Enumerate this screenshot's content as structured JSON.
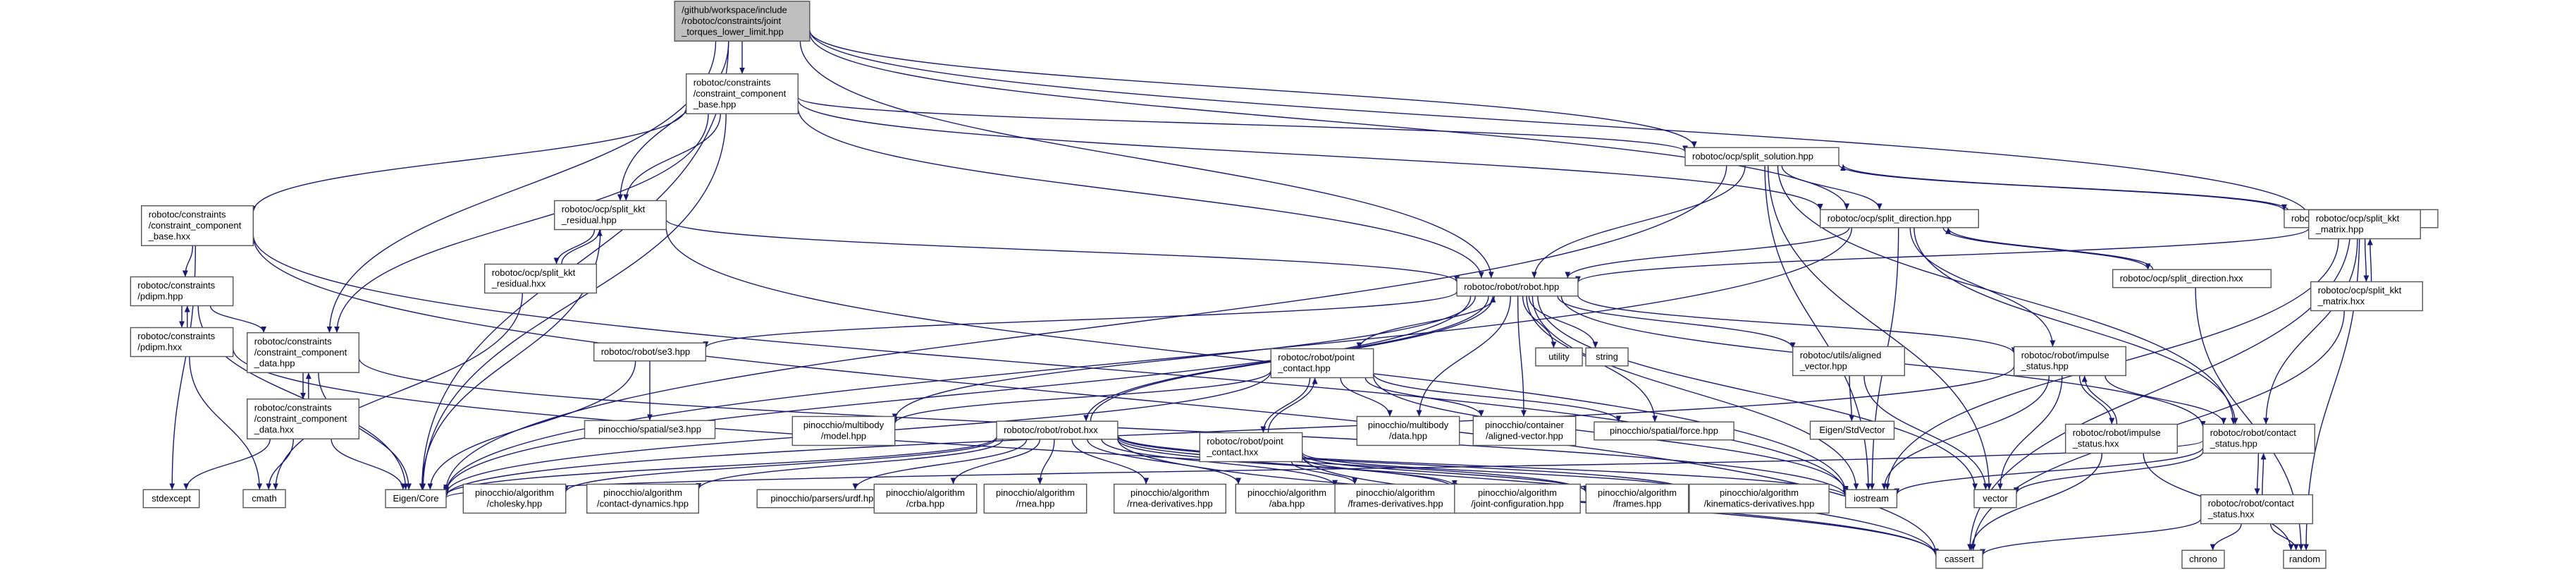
{
  "diagram": {
    "title": "",
    "colors": {
      "edge": "#191970",
      "root_fill": "#bfbfbf",
      "node_fill": "#ffffff",
      "external_text": "#000000",
      "border": "#555555"
    },
    "nodes": [
      {
        "id": "root",
        "lines": [
          "/github/workspace/include",
          "/robotoc/constraints/joint",
          "_torques_lower_limit.hpp"
        ],
        "root": true
      },
      {
        "id": "ccb_hpp",
        "lines": [
          "robotoc/constraints",
          "/constraint_component",
          "_base.hpp"
        ]
      },
      {
        "id": "ccb_hxx",
        "lines": [
          "robotoc/constraints",
          "/constraint_component",
          "_base.hxx"
        ]
      },
      {
        "id": "pdipm_hpp",
        "lines": [
          "robotoc/constraints",
          "/pdipm.hpp"
        ]
      },
      {
        "id": "pdipm_hxx",
        "lines": [
          "robotoc/constraints",
          "/pdipm.hxx"
        ]
      },
      {
        "id": "ccd_hpp",
        "lines": [
          "robotoc/constraints",
          "/constraint_component",
          "_data.hpp"
        ]
      },
      {
        "id": "ccd_hxx",
        "lines": [
          "robotoc/constraints",
          "/constraint_component",
          "_data.hxx"
        ]
      },
      {
        "id": "skr_hpp",
        "lines": [
          "robotoc/ocp/split_kkt",
          "_residual.hpp"
        ]
      },
      {
        "id": "skr_hxx",
        "lines": [
          "robotoc/ocp/split_kkt",
          "_residual.hxx"
        ]
      },
      {
        "id": "ssol_hpp",
        "lines": [
          "robotoc/ocp/split_solution.hpp"
        ]
      },
      {
        "id": "ssol_hxx",
        "lines": [
          "robotoc/ocp/split_solution.hxx"
        ]
      },
      {
        "id": "sdir_hpp",
        "lines": [
          "robotoc/ocp/split_direction.hpp"
        ]
      },
      {
        "id": "sdir_hxx",
        "lines": [
          "robotoc/ocp/split_direction.hxx"
        ]
      },
      {
        "id": "skm_hpp",
        "lines": [
          "robotoc/ocp/split_kkt",
          "_matrix.hpp"
        ]
      },
      {
        "id": "skm_hxx",
        "lines": [
          "robotoc/ocp/split_kkt",
          "_matrix.hxx"
        ]
      },
      {
        "id": "robot_hpp",
        "lines": [
          "robotoc/robot/robot.hpp"
        ]
      },
      {
        "id": "robot_hxx",
        "lines": [
          "robotoc/robot/robot.hxx"
        ]
      },
      {
        "id": "se3_hpp",
        "lines": [
          "robotoc/robot/se3.hpp"
        ]
      },
      {
        "id": "pc_hpp",
        "lines": [
          "robotoc/robot/point",
          "_contact.hpp"
        ]
      },
      {
        "id": "pc_hxx",
        "lines": [
          "robotoc/robot/point",
          "_contact.hxx"
        ]
      },
      {
        "id": "av_hpp",
        "lines": [
          "robotoc/utils/aligned",
          "_vector.hpp"
        ]
      },
      {
        "id": "is_hpp",
        "lines": [
          "robotoc/robot/impulse",
          "_status.hpp"
        ]
      },
      {
        "id": "is_hxx",
        "lines": [
          "robotoc/robot/impulse",
          "_status.hxx"
        ]
      },
      {
        "id": "cs_hpp",
        "lines": [
          "robotoc/robot/contact",
          "_status.hpp"
        ]
      },
      {
        "id": "cs_hxx",
        "lines": [
          "robotoc/robot/contact",
          "_status.hxx"
        ]
      },
      {
        "id": "utility",
        "lines": [
          "utility"
        ],
        "external": true
      },
      {
        "id": "string",
        "lines": [
          "string"
        ],
        "external": true
      },
      {
        "id": "pin_se3",
        "lines": [
          "pinocchio/spatial/se3.hpp"
        ],
        "external": true
      },
      {
        "id": "pin_model",
        "lines": [
          "pinocchio/multibody",
          "/model.hpp"
        ],
        "external": true
      },
      {
        "id": "pin_data",
        "lines": [
          "pinocchio/multibody",
          "/data.hpp"
        ],
        "external": true
      },
      {
        "id": "pin_avec",
        "lines": [
          "pinocchio/container",
          "/aligned-vector.hpp"
        ],
        "external": true
      },
      {
        "id": "pin_force",
        "lines": [
          "pinocchio/spatial/force.hpp"
        ],
        "external": true
      },
      {
        "id": "eigen_stdvec",
        "lines": [
          "Eigen/StdVector"
        ],
        "external": true
      },
      {
        "id": "stdexcept",
        "lines": [
          "stdexcept"
        ],
        "external": true
      },
      {
        "id": "cmath",
        "lines": [
          "cmath"
        ],
        "external": true
      },
      {
        "id": "eigen_core",
        "lines": [
          "Eigen/Core"
        ],
        "external": true
      },
      {
        "id": "pin_chol",
        "lines": [
          "pinocchio/algorithm",
          "/cholesky.hpp"
        ],
        "external": true
      },
      {
        "id": "pin_cdyn",
        "lines": [
          "pinocchio/algorithm",
          "/contact-dynamics.hpp"
        ],
        "external": true
      },
      {
        "id": "pin_urdf",
        "lines": [
          "pinocchio/parsers/urdf.hpp"
        ],
        "external": true
      },
      {
        "id": "pin_crba",
        "lines": [
          "pinocchio/algorithm",
          "/crba.hpp"
        ],
        "external": true
      },
      {
        "id": "pin_rnea",
        "lines": [
          "pinocchio/algorithm",
          "/rnea.hpp"
        ],
        "external": true
      },
      {
        "id": "pin_rnead",
        "lines": [
          "pinocchio/algorithm",
          "/rnea-derivatives.hpp"
        ],
        "external": true
      },
      {
        "id": "pin_aba",
        "lines": [
          "pinocchio/algorithm",
          "/aba.hpp"
        ],
        "external": true
      },
      {
        "id": "pin_framesd",
        "lines": [
          "pinocchio/algorithm",
          "/frames-derivatives.hpp"
        ],
        "external": true
      },
      {
        "id": "pin_jconf",
        "lines": [
          "pinocchio/algorithm",
          "/joint-configuration.hpp"
        ],
        "external": true
      },
      {
        "id": "pin_frames",
        "lines": [
          "pinocchio/algorithm",
          "/frames.hpp"
        ],
        "external": true
      },
      {
        "id": "pin_kind",
        "lines": [
          "pinocchio/algorithm",
          "/kinematics-derivatives.hpp"
        ],
        "external": true
      },
      {
        "id": "iostream",
        "lines": [
          "iostream"
        ],
        "external": true
      },
      {
        "id": "vector",
        "lines": [
          "vector"
        ],
        "external": true
      },
      {
        "id": "cassert",
        "lines": [
          "cassert"
        ],
        "external": true
      },
      {
        "id": "chrono",
        "lines": [
          "chrono"
        ],
        "external": true
      },
      {
        "id": "random",
        "lines": [
          "random"
        ],
        "external": true
      }
    ],
    "edges": [
      [
        "root",
        "ccb_hpp"
      ],
      [
        "root",
        "ccd_hpp"
      ],
      [
        "root",
        "skr_hpp"
      ],
      [
        "root",
        "ssol_hpp"
      ],
      [
        "root",
        "sdir_hpp"
      ],
      [
        "root",
        "skm_hpp"
      ],
      [
        "root",
        "robot_hpp"
      ],
      [
        "root",
        "eigen_core"
      ],
      [
        "ccb_hpp",
        "ccb_hxx"
      ],
      [
        "ccb_hpp",
        "ccd_hpp"
      ],
      [
        "ccb_hpp",
        "skr_hpp"
      ],
      [
        "ccb_hpp",
        "ssol_hpp"
      ],
      [
        "ccb_hpp",
        "sdir_hpp"
      ],
      [
        "ccb_hpp",
        "robot_hpp"
      ],
      [
        "ccb_hpp",
        "eigen_core"
      ],
      [
        "ccb_hxx",
        "pdipm_hpp"
      ],
      [
        "ccb_hxx",
        "stdexcept"
      ],
      [
        "ccb_hxx",
        "cassert"
      ],
      [
        "ccb_hxx",
        "iostream"
      ],
      [
        "pdipm_hpp",
        "pdipm_hxx"
      ],
      [
        "pdipm_hpp",
        "ccd_hpp"
      ],
      [
        "pdipm_hpp",
        "eigen_core"
      ],
      [
        "pdipm_hxx",
        "pdipm_hpp"
      ],
      [
        "pdipm_hxx",
        "cmath"
      ],
      [
        "pdipm_hxx",
        "cassert"
      ],
      [
        "ccd_hpp",
        "ccd_hxx"
      ],
      [
        "ccd_hpp",
        "eigen_core"
      ],
      [
        "ccd_hpp",
        "iostream"
      ],
      [
        "ccd_hxx",
        "ccd_hpp"
      ],
      [
        "ccd_hxx",
        "stdexcept"
      ],
      [
        "ccd_hxx",
        "cmath"
      ],
      [
        "ccd_hxx",
        "eigen_core"
      ],
      [
        "skr_hpp",
        "skr_hxx"
      ],
      [
        "skr_hpp",
        "robot_hpp"
      ],
      [
        "skr_hpp",
        "eigen_core"
      ],
      [
        "skr_hpp",
        "iostream"
      ],
      [
        "skr_hxx",
        "skr_hpp"
      ],
      [
        "skr_hxx",
        "cmath"
      ],
      [
        "ssol_hpp",
        "ssol_hxx"
      ],
      [
        "ssol_hpp",
        "sdir_hpp"
      ],
      [
        "ssol_hpp",
        "robot_hpp"
      ],
      [
        "ssol_hpp",
        "cs_hpp"
      ],
      [
        "ssol_hpp",
        "eigen_core"
      ],
      [
        "ssol_hpp",
        "iostream"
      ],
      [
        "ssol_hpp",
        "vector"
      ],
      [
        "ssol_hxx",
        "ssol_hpp"
      ],
      [
        "ssol_hxx",
        "cassert"
      ],
      [
        "ssol_hxx",
        "random"
      ],
      [
        "sdir_hpp",
        "sdir_hxx"
      ],
      [
        "sdir_hpp",
        "robot_hpp"
      ],
      [
        "sdir_hpp",
        "is_hpp"
      ],
      [
        "sdir_hpp",
        "cs_hpp"
      ],
      [
        "sdir_hpp",
        "eigen_core"
      ],
      [
        "sdir_hpp",
        "iostream"
      ],
      [
        "sdir_hxx",
        "sdir_hpp"
      ],
      [
        "sdir_hxx",
        "random"
      ],
      [
        "skm_hpp",
        "skm_hxx"
      ],
      [
        "skm_hpp",
        "robot_hpp"
      ],
      [
        "skm_hpp",
        "cs_hpp"
      ],
      [
        "skm_hpp",
        "iostream"
      ],
      [
        "skm_hxx",
        "skm_hpp"
      ],
      [
        "skm_hxx",
        "cassert"
      ],
      [
        "robot_hpp",
        "robot_hxx"
      ],
      [
        "robot_hpp",
        "se3_hpp"
      ],
      [
        "robot_hpp",
        "pc_hpp"
      ],
      [
        "robot_hpp",
        "av_hpp"
      ],
      [
        "robot_hpp",
        "is_hpp"
      ],
      [
        "robot_hpp",
        "cs_hpp"
      ],
      [
        "robot_hpp",
        "utility"
      ],
      [
        "robot_hpp",
        "string"
      ],
      [
        "robot_hpp",
        "pin_model"
      ],
      [
        "robot_hpp",
        "pin_data"
      ],
      [
        "robot_hpp",
        "pin_avec"
      ],
      [
        "robot_hpp",
        "pin_force"
      ],
      [
        "robot_hpp",
        "eigen_core"
      ],
      [
        "robot_hpp",
        "iostream"
      ],
      [
        "robot_hpp",
        "vector"
      ],
      [
        "robot_hxx",
        "robot_hpp"
      ],
      [
        "robot_hxx",
        "pin_urdf"
      ],
      [
        "robot_hxx",
        "pin_crba"
      ],
      [
        "robot_hxx",
        "pin_rnea"
      ],
      [
        "robot_hxx",
        "pin_rnead"
      ],
      [
        "robot_hxx",
        "pin_aba"
      ],
      [
        "robot_hxx",
        "pin_framesd"
      ],
      [
        "robot_hxx",
        "pin_jconf"
      ],
      [
        "robot_hxx",
        "pin_frames"
      ],
      [
        "robot_hxx",
        "pin_kind"
      ],
      [
        "robot_hxx",
        "pin_chol"
      ],
      [
        "robot_hxx",
        "pin_cdyn"
      ],
      [
        "robot_hxx",
        "cassert"
      ],
      [
        "robot_hxx",
        "iostream"
      ],
      [
        "robot_hxx",
        "eigen_core"
      ],
      [
        "se3_hpp",
        "pin_se3"
      ],
      [
        "se3_hpp",
        "eigen_core"
      ],
      [
        "pc_hpp",
        "pc_hxx"
      ],
      [
        "pc_hpp",
        "pin_model"
      ],
      [
        "pc_hpp",
        "pin_data"
      ],
      [
        "pc_hpp",
        "pin_avec"
      ],
      [
        "pc_hpp",
        "pin_force"
      ],
      [
        "pc_hpp",
        "eigen_core"
      ],
      [
        "pc_hpp",
        "iostream"
      ],
      [
        "pc_hxx",
        "pc_hpp"
      ],
      [
        "pc_hxx",
        "pin_framesd"
      ],
      [
        "pc_hxx",
        "pin_frames"
      ],
      [
        "pc_hxx",
        "pin_jconf"
      ],
      [
        "pc_hxx",
        "pin_kind"
      ],
      [
        "pc_hxx",
        "cassert"
      ],
      [
        "av_hpp",
        "eigen_stdvec"
      ],
      [
        "av_hpp",
        "vector"
      ],
      [
        "is_hpp",
        "is_hxx"
      ],
      [
        "is_hpp",
        "cs_hpp"
      ],
      [
        "is_hpp",
        "eigen_core"
      ],
      [
        "is_hpp",
        "iostream"
      ],
      [
        "is_hpp",
        "vector"
      ],
      [
        "is_hxx",
        "is_hpp"
      ],
      [
        "is_hxx",
        "cassert"
      ],
      [
        "is_hxx",
        "random"
      ],
      [
        "cs_hpp",
        "cs_hxx"
      ],
      [
        "cs_hpp",
        "eigen_core"
      ],
      [
        "cs_hpp",
        "iostream"
      ],
      [
        "cs_hpp",
        "vector"
      ],
      [
        "cs_hxx",
        "cs_hpp"
      ],
      [
        "cs_hxx",
        "cassert"
      ],
      [
        "cs_hxx",
        "chrono"
      ],
      [
        "cs_hxx",
        "random"
      ]
    ]
  }
}
